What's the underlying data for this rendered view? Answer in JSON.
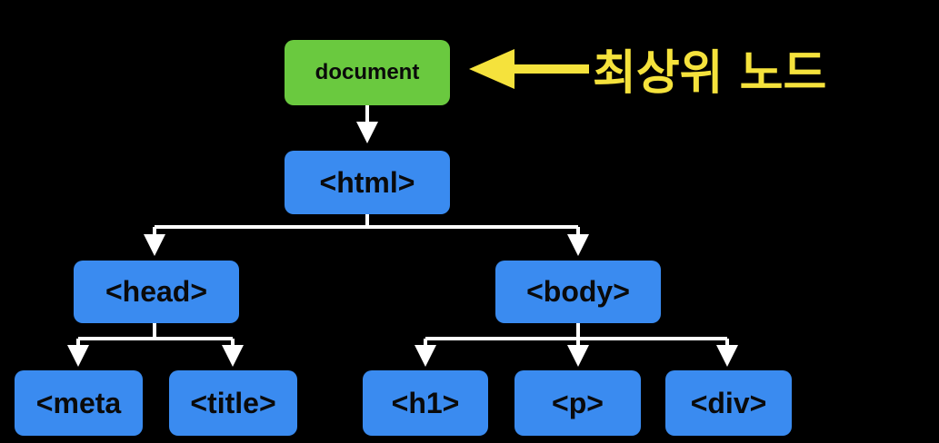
{
  "nodes": {
    "document": "document",
    "html": "<html>",
    "head": "<head>",
    "body": "<body>",
    "meta": "<meta",
    "title": "<title>",
    "h1": "<h1>",
    "p": "<p>",
    "div": "<div>"
  },
  "callout": "최상위 노드",
  "colors": {
    "background": "#000000",
    "root_node": "#6ac93f",
    "element_node": "#3a8bf0",
    "callout": "#f5e23c",
    "connector": "#ffffff"
  }
}
